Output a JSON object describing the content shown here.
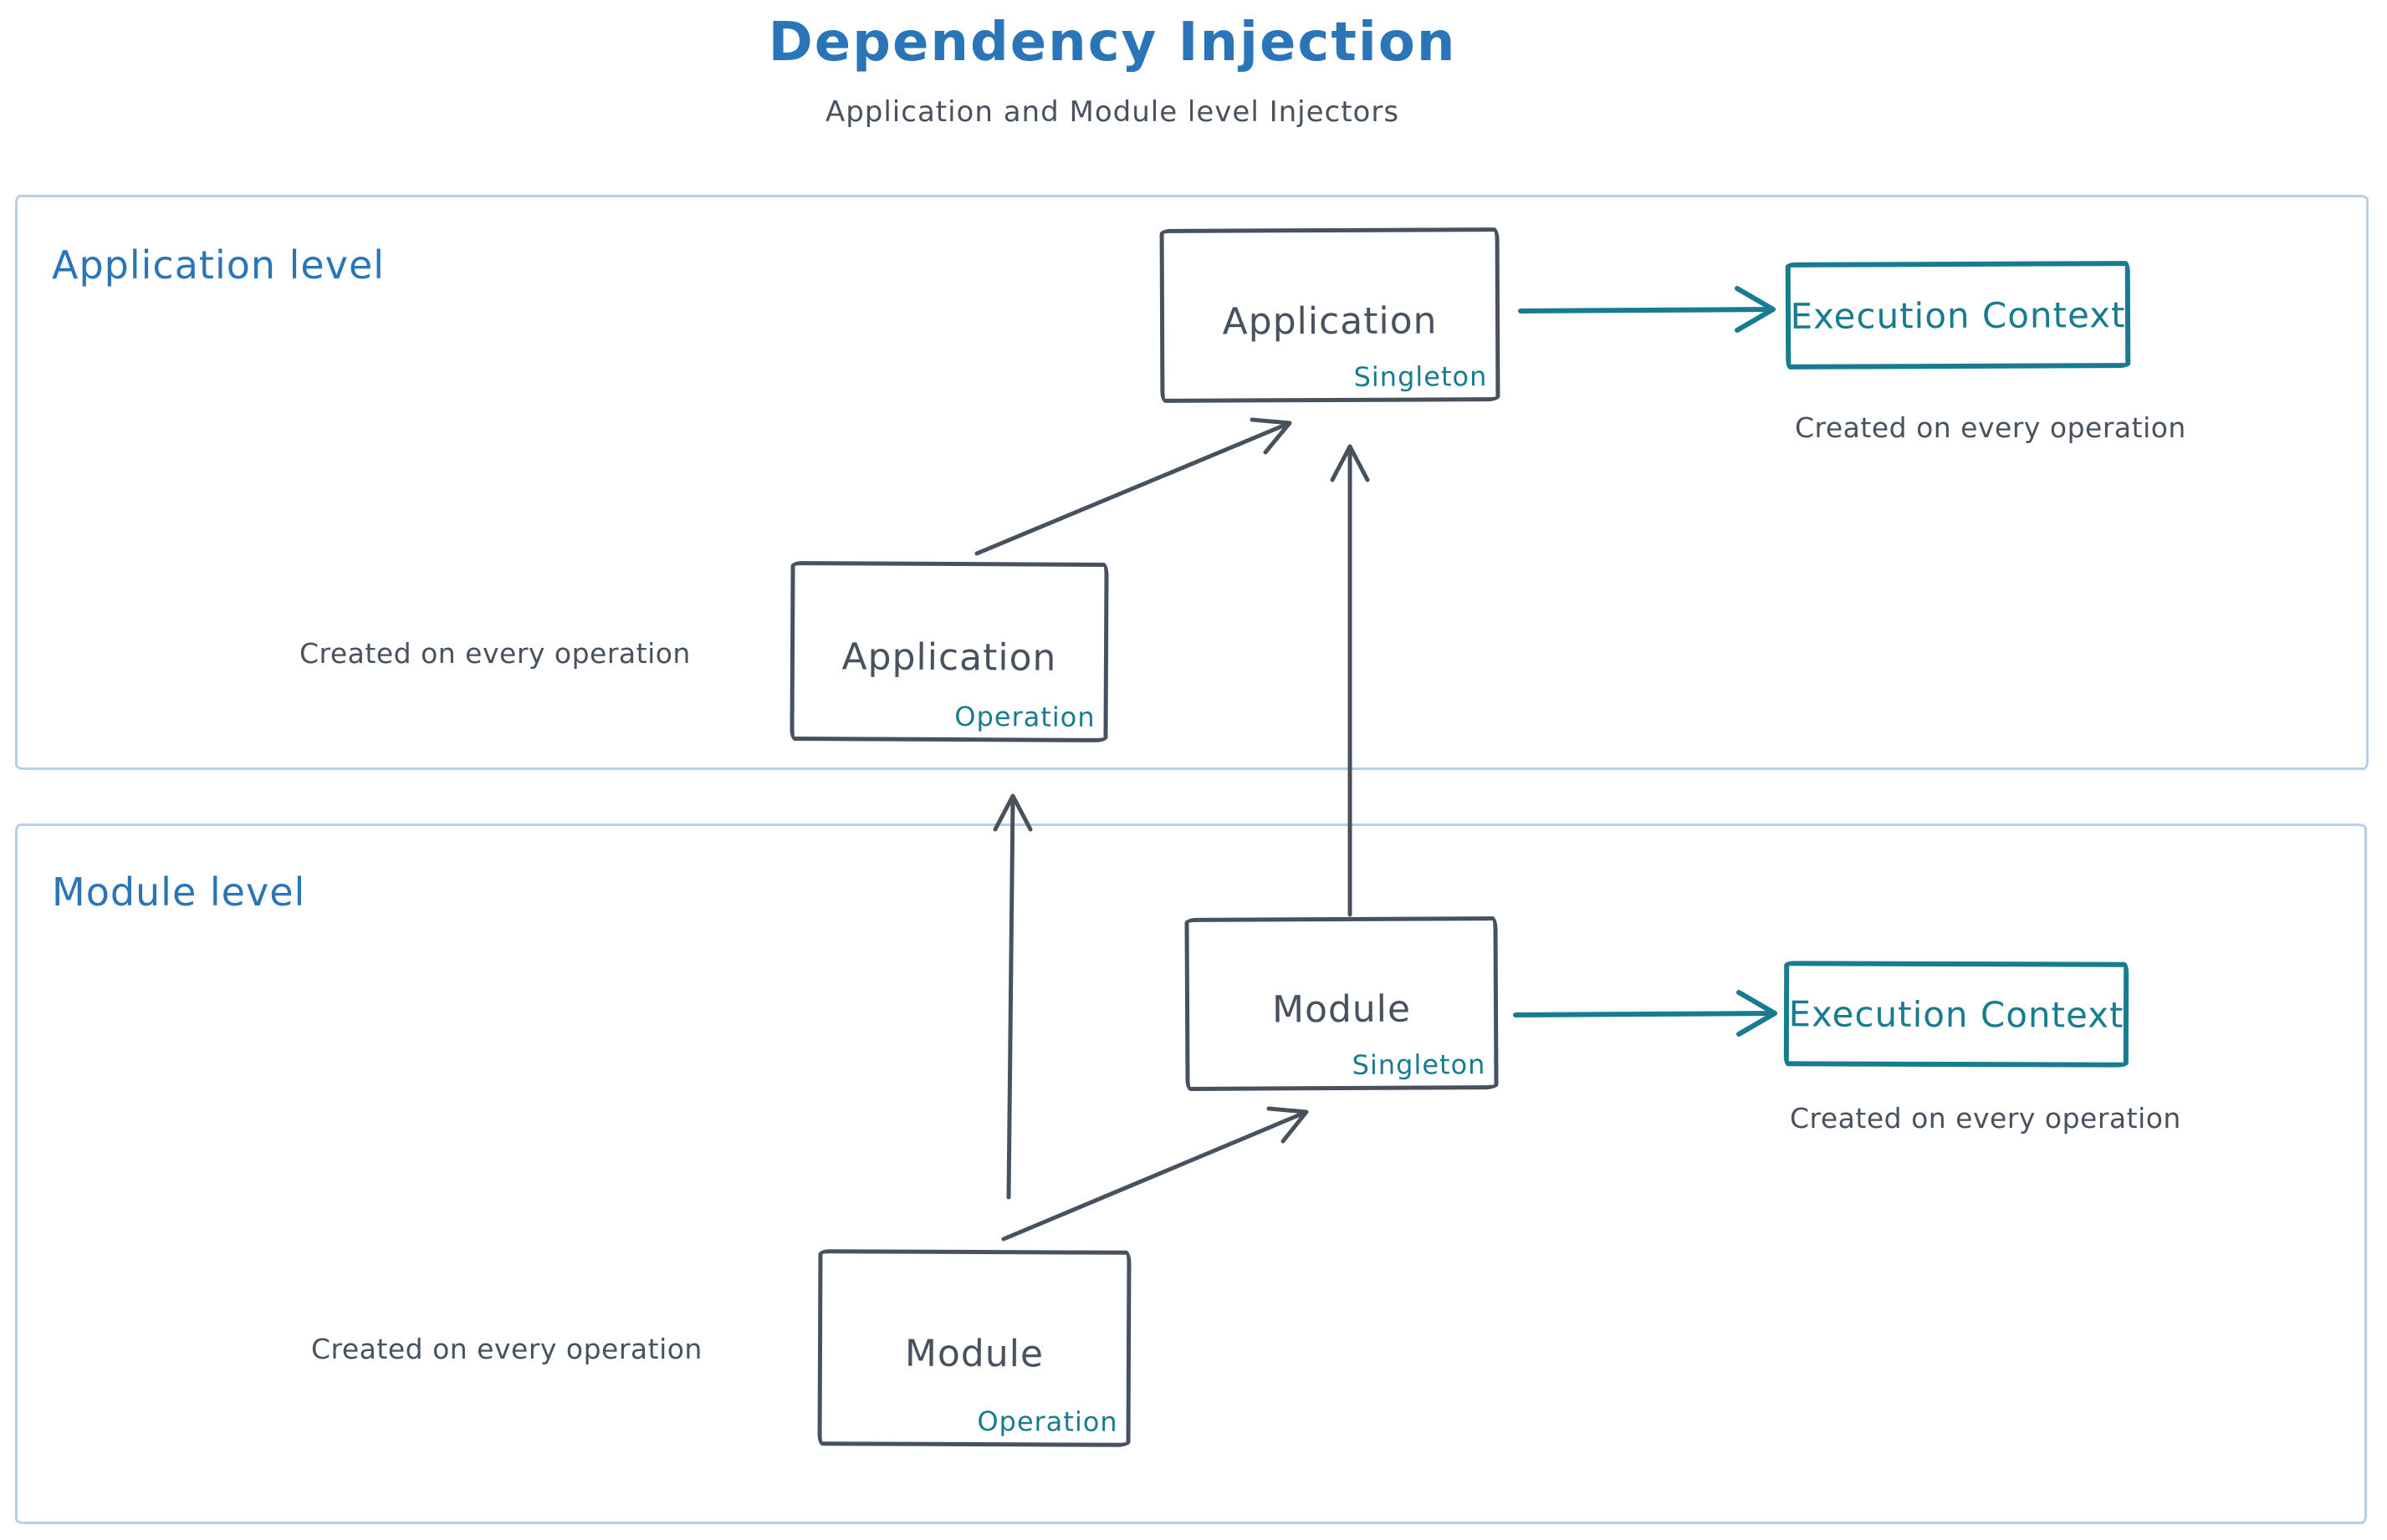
{
  "title": "Dependency Injection",
  "subtitle": "Application and Module level Injectors",
  "colors": {
    "blue": "#2a74b8",
    "teal": "#177c8f",
    "slate": "#47525e",
    "container_border": "#b8cfe9"
  },
  "application_level": {
    "label": "Application level",
    "singleton_box": {
      "title": "Application",
      "scope": "Singleton"
    },
    "operation_box": {
      "title": "Application",
      "scope": "Operation"
    },
    "operation_caption": "Created on every operation",
    "execution_context": {
      "label": "Execution Context",
      "caption": "Created on every operation"
    }
  },
  "module_level": {
    "label": "Module level",
    "singleton_box": {
      "title": "Module",
      "scope": "Singleton"
    },
    "operation_box": {
      "title": "Module",
      "scope": "Operation"
    },
    "operation_caption": "Created on every operation",
    "execution_context": {
      "label": "Execution Context",
      "caption": "Created on every operation"
    }
  }
}
